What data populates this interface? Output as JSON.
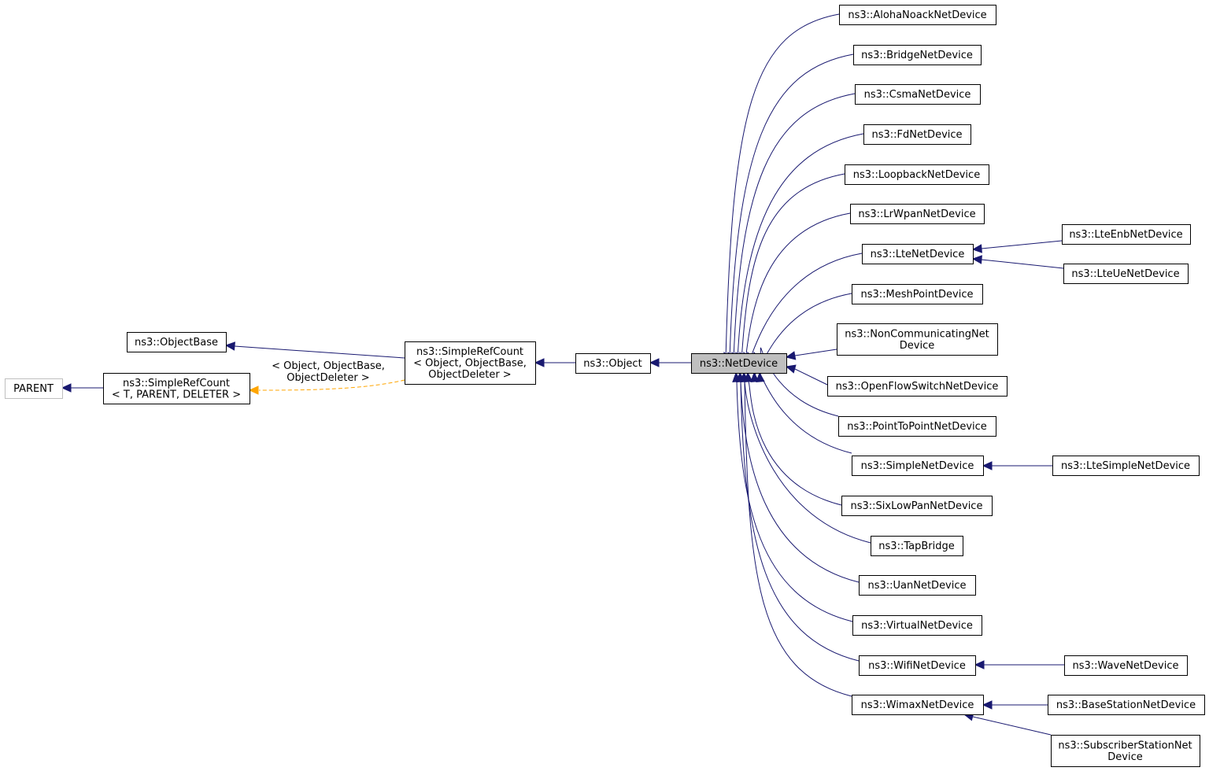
{
  "diagram": {
    "nodes": {
      "parent": {
        "lines": [
          "PARENT"
        ]
      },
      "object_base": {
        "lines": [
          "ns3::ObjectBase"
        ]
      },
      "simple_ref_count_tpl": {
        "lines": [
          "ns3::SimpleRefCount",
          "< T, PARENT, DELETER >"
        ]
      },
      "simple_ref_count": {
        "lines": [
          "ns3::SimpleRefCount",
          "< Object, ObjectBase,",
          "ObjectDeleter >"
        ]
      },
      "object": {
        "lines": [
          "ns3::Object"
        ]
      },
      "net_device": {
        "lines": [
          "ns3::NetDevice"
        ]
      },
      "aloha": {
        "lines": [
          "ns3::AlohaNoackNetDevice"
        ]
      },
      "bridge": {
        "lines": [
          "ns3::BridgeNetDevice"
        ]
      },
      "csma": {
        "lines": [
          "ns3::CsmaNetDevice"
        ]
      },
      "fd": {
        "lines": [
          "ns3::FdNetDevice"
        ]
      },
      "loopback": {
        "lines": [
          "ns3::LoopbackNetDevice"
        ]
      },
      "lrwpan": {
        "lines": [
          "ns3::LrWpanNetDevice"
        ]
      },
      "lte": {
        "lines": [
          "ns3::LteNetDevice"
        ]
      },
      "mesh": {
        "lines": [
          "ns3::MeshPointDevice"
        ]
      },
      "noncomm": {
        "lines": [
          "ns3::NonCommunicatingNet",
          "Device"
        ]
      },
      "openflow": {
        "lines": [
          "ns3::OpenFlowSwitchNetDevice"
        ]
      },
      "p2p": {
        "lines": [
          "ns3::PointToPointNetDevice"
        ]
      },
      "simple": {
        "lines": [
          "ns3::SimpleNetDevice"
        ]
      },
      "sixlowpan": {
        "lines": [
          "ns3::SixLowPanNetDevice"
        ]
      },
      "tap": {
        "lines": [
          "ns3::TapBridge"
        ]
      },
      "uan": {
        "lines": [
          "ns3::UanNetDevice"
        ]
      },
      "virtual": {
        "lines": [
          "ns3::VirtualNetDevice"
        ]
      },
      "wifi": {
        "lines": [
          "ns3::WifiNetDevice"
        ]
      },
      "wimax": {
        "lines": [
          "ns3::WimaxNetDevice"
        ]
      },
      "lte_enb": {
        "lines": [
          "ns3::LteEnbNetDevice"
        ]
      },
      "lte_ue": {
        "lines": [
          "ns3::LteUeNetDevice"
        ]
      },
      "lte_simple": {
        "lines": [
          "ns3::LteSimpleNetDevice"
        ]
      },
      "wave": {
        "lines": [
          "ns3::WaveNetDevice"
        ]
      },
      "base_station": {
        "lines": [
          "ns3::BaseStationNetDevice"
        ]
      },
      "subscriber": {
        "lines": [
          "ns3::SubscriberStationNet",
          "Device"
        ]
      }
    },
    "edge_labels": {
      "template_instantiation": [
        "< Object, ObjectBase,",
        "ObjectDeleter >"
      ]
    },
    "colors": {
      "inheritance_edge": "#191970",
      "template_edge": "#ffa500",
      "current_node_fill": "#bfbfbf",
      "external_node_border": "#bfbfbf"
    }
  }
}
